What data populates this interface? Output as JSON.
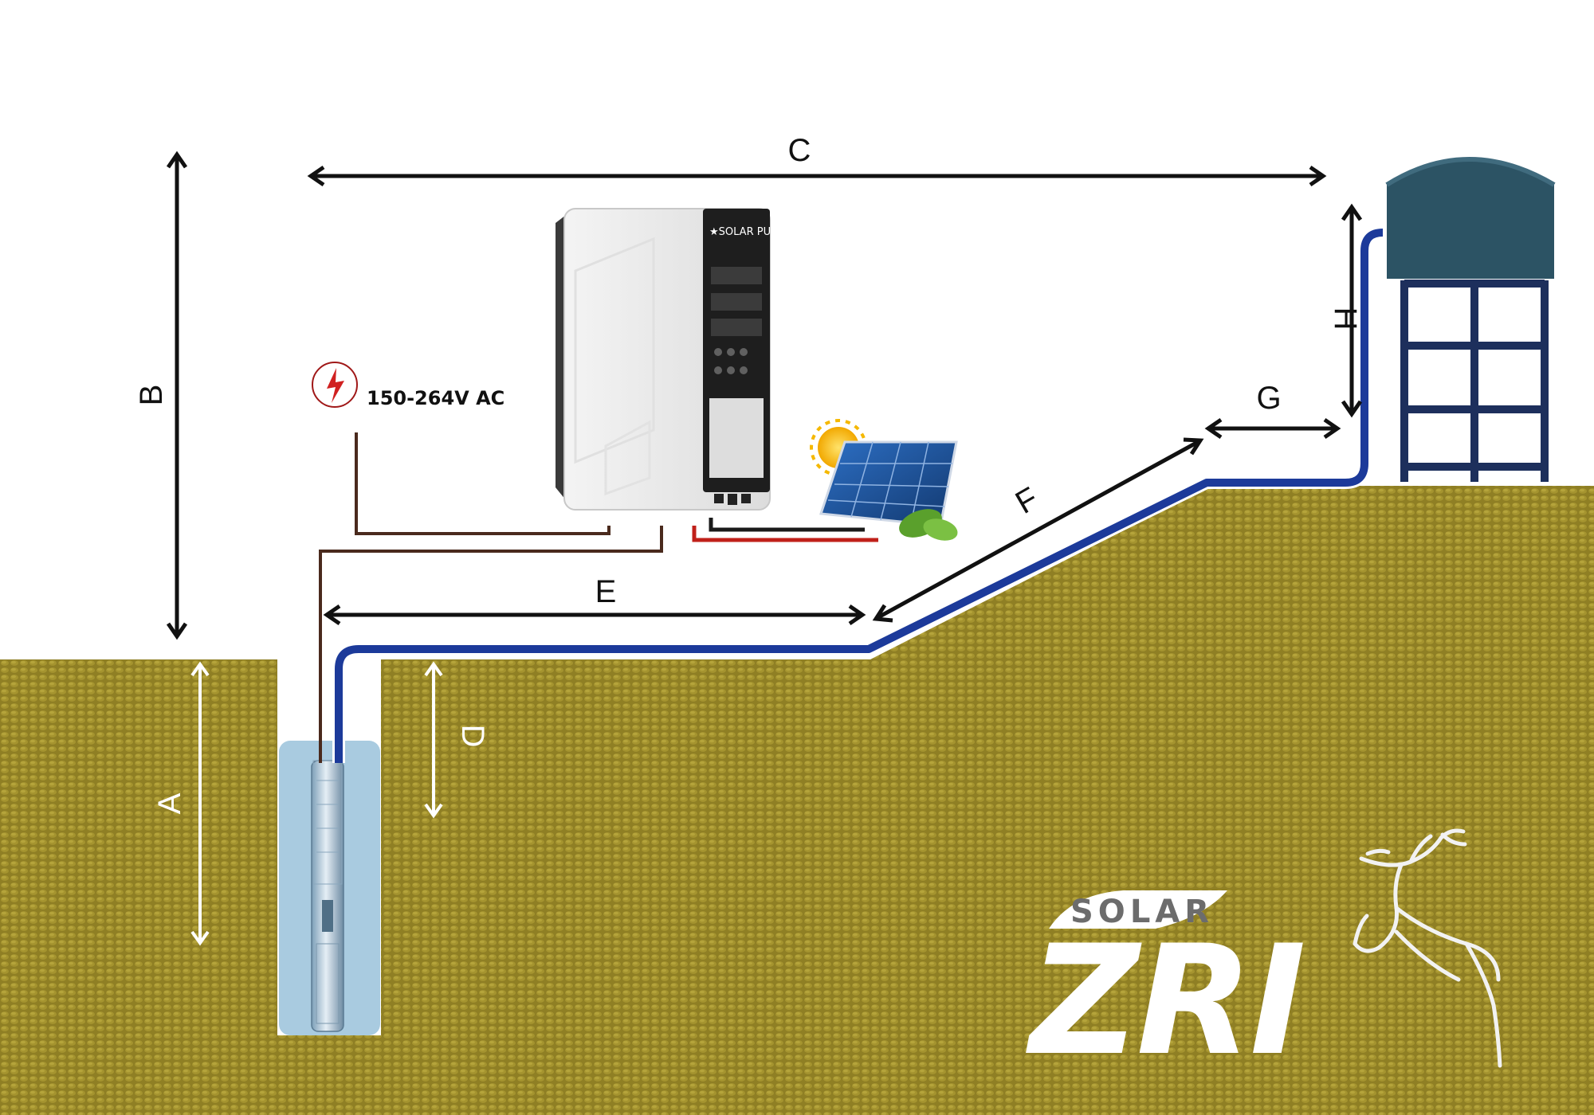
{
  "labels": {
    "A": "A",
    "B": "B",
    "C": "C",
    "D": "D",
    "E": "E",
    "F": "F",
    "G": "G",
    "H": "H"
  },
  "power": {
    "ac_label": "150-264V AC",
    "icon": "lightning-icon"
  },
  "controller": {
    "panel_title": "★SOLAR PUMP★"
  },
  "brand": {
    "sub": "SOLAR",
    "main": "ZRI"
  },
  "colors": {
    "ground": "#8f7f24",
    "ground_light": "#a89732",
    "pipe": "#1c3a9a",
    "pipe_outline": "#ffffff",
    "water": "#a9cbe0",
    "tank": "#2c5364",
    "tank_frame": "#1d2f5c",
    "cable_brown": "#4a2a1d",
    "cable_red": "#c0201a",
    "cable_black": "#1a1a1a"
  }
}
